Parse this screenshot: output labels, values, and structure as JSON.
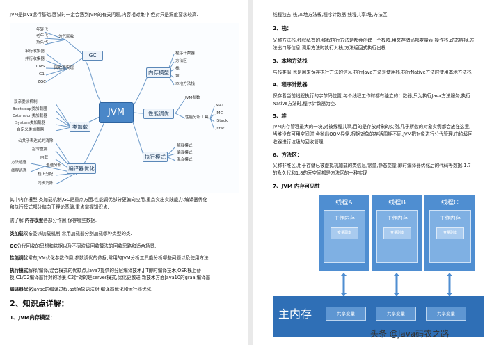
{
  "left": {
    "intro": "JVM是java运行基础,面试时一定会遇到JVM的有关问题,内容相对集中,但对只是深度要求较高.",
    "mindmap": {
      "center": "JVM",
      "gc": {
        "label": "GC",
        "nodes": [
          "年轻代",
          "老年代",
          "持久代",
          "分代回收",
          "串行收集器",
          "并行收集器",
          "CMS",
          "G1",
          "ZGC",
          "回收器实现"
        ]
      },
      "memory": {
        "label": "内存模型",
        "nodes": [
          "程序计数器",
          "方法区",
          "栈",
          "堆",
          "本地方法栈"
        ]
      },
      "perf": {
        "label": "性能调优",
        "nodes": [
          "JVM参数",
          "性能分析工具",
          "MAT",
          "JMC",
          "JStack",
          "Jstat"
        ]
      },
      "exec": {
        "label": "执行模式",
        "nodes": [
          "解释模式",
          "编译模式",
          "混合模式"
        ]
      },
      "loader": {
        "label": "类加载",
        "nodes": [
          "双亲委派机制",
          "Bootstrap类加载器",
          "Extension类加载器",
          "System类加载器",
          "自定义类加载器"
        ]
      },
      "compiler": {
        "label": "编译器优化",
        "nodes": [
          "公共子表达式的消除",
          "指令重排",
          "内联",
          "逃逸分析",
          "方法逃逸",
          "线程逃逸",
          "栈上分配",
          "同步消除"
        ]
      }
    },
    "p1": "其中内存模型,类加载机制,GC是重点方面.性能调优部分更偏向应用,重点突出实践能力.编译器优化",
    "p1b": "和执行模式部分偏向于理论基础,重点掌握知识点.",
    "p2_pre": "需了解 ",
    "p2_b": "内存模型",
    "p2_post": "各部分作用,保存哪些数据.",
    "p3_b": "类加载",
    "p3": "双亲委派加载机制,常用加载器分别加载哪种类型的类.",
    "p4_b": "GC",
    "p4": "分代回收的思想和依据以及不同垃圾回收算法的回收思路和适合场景.",
    "p5_b": "性能调优",
    "p5": "常有JVM优化参数作用,参数调优的依据,常用的JVM分析工具能分析哪些问题以及使用方法.",
    "p6_b": "执行模式",
    "p6": "解释/编译/混合模式的优缺点,Java7提供的分层编译技术,JIT即时编译技术,OSR栈上替",
    "p6b": "换,C1/C2编译器针对的场景,C2针对的是server模式,优化更激进.新技术方面Java10的graal编译器",
    "p7_b": "编译器优化",
    "p7": "javac的编译过程,ast抽象语法树,编译器优化和运行器优化.",
    "h2": "2、知识点详解：",
    "h3": "1、JVM内存模型："
  },
  "right": {
    "top": "线程独占:栈,本地方法栈,程序计数器 线程共享:堆,方法区",
    "s2": "2、栈：",
    "s2_text1": "又称方法栈,线程私有的,线程执行方法是都会创建一个栈阵,用来存储局部变量表,操作栈,动态链接,方",
    "s2_text2": "法出口等信息.调用方法时执行入栈,方法返回式执行出栈.",
    "s3": "3、本地方法栈",
    "s3_text": "与栈类似,也是用来保存执行方法的信息.执行Java方法是使用栈,执行Native方法时使用本地方法栈.",
    "s4": "4、程序计数器",
    "s4_text1": "保存着当前线程执行的字节码位置,每个线程工作时都有独立的计数器,只为执行Java方法服务,执行",
    "s4_text2": "Native方法时,程序计数器为空.",
    "s5": "5、堆",
    "s5_text1": "JVM内存管理最大的一块,对被线程共享,目的是存放对象的实例,几乎所欲的对象实例都会放在这里,",
    "s5_text2": "当堆没有可用空间时,会抛出OOM异常.根据对象的存活周期不同,JVM把对象进行分代管理,由垃圾回",
    "s5_text3": "收器进行垃圾的回收管理",
    "s6": "6、方法区：",
    "s6_text1": "又称非堆区,用于存储已被虚拟机加载的类信息,常量,静态变量,即时编译器优化后的代码等数据.1.7",
    "s6_text2": "的永久代和1.8的元空间都是方法区的一种实现",
    "s7": "7、JVM 内存可见性",
    "threads": [
      "线程A",
      "线程B",
      "线程C"
    ],
    "working_memory": "工作内存",
    "copy": "变量副本",
    "main_memory": "主内存",
    "shared": [
      "共享变量",
      "共享变量",
      "共享变量"
    ],
    "watermark": "头条 @Java码农之路"
  },
  "colors": {
    "thread": "#4f8ed1",
    "main": "#2f6fb6",
    "mindmap_center": "#4a87c8"
  }
}
